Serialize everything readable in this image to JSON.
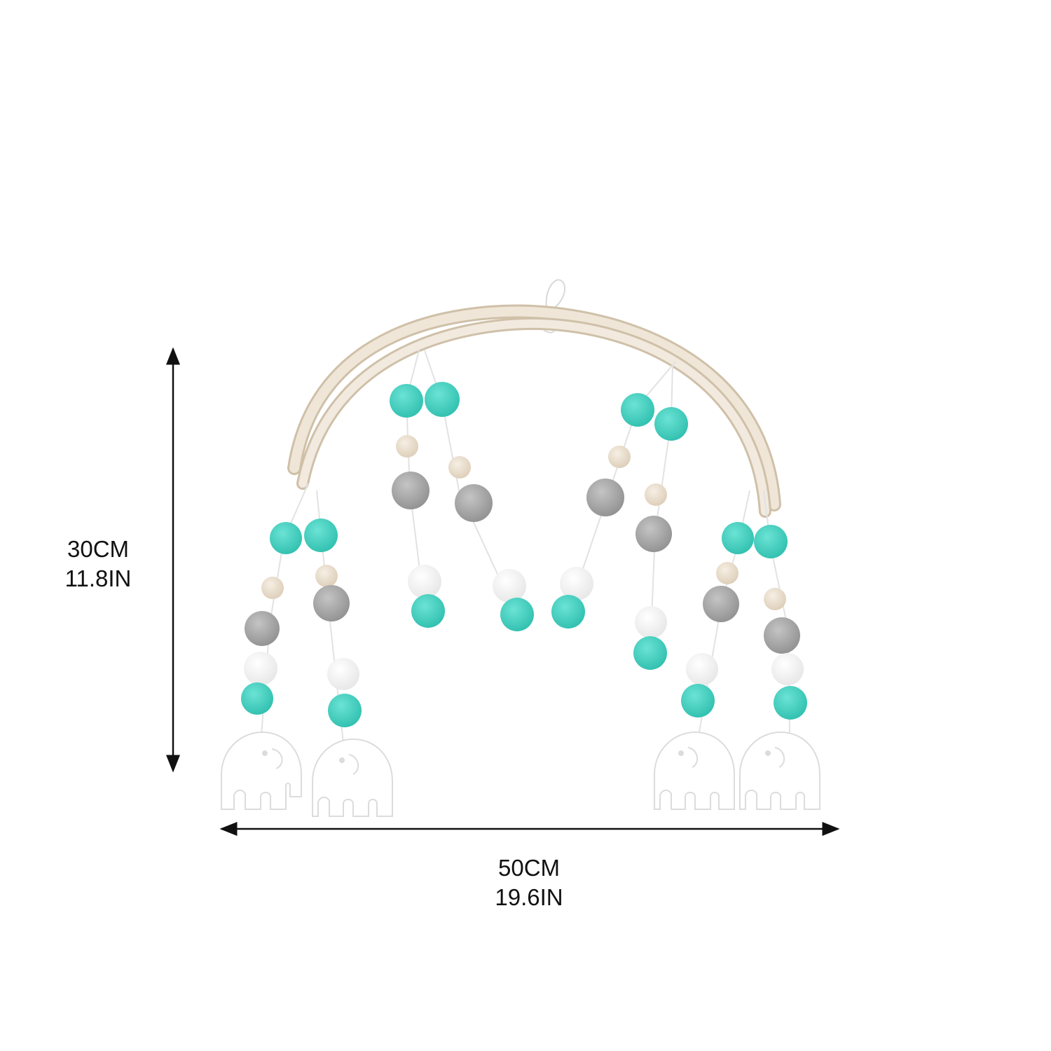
{
  "dimensions": {
    "height_cm": "30CM",
    "height_in": "11.8IN",
    "width_cm": "50CM",
    "width_in": "19.6IN"
  },
  "product": {
    "frame": "wooden-arch",
    "strands": 8,
    "pendant": "elephant-icon"
  },
  "colors": {
    "teal": "#3fcfbf",
    "gray": "#a9a9a9",
    "white": "#f7f7f7",
    "wood": "#e8dccb",
    "arrow": "#111111"
  }
}
